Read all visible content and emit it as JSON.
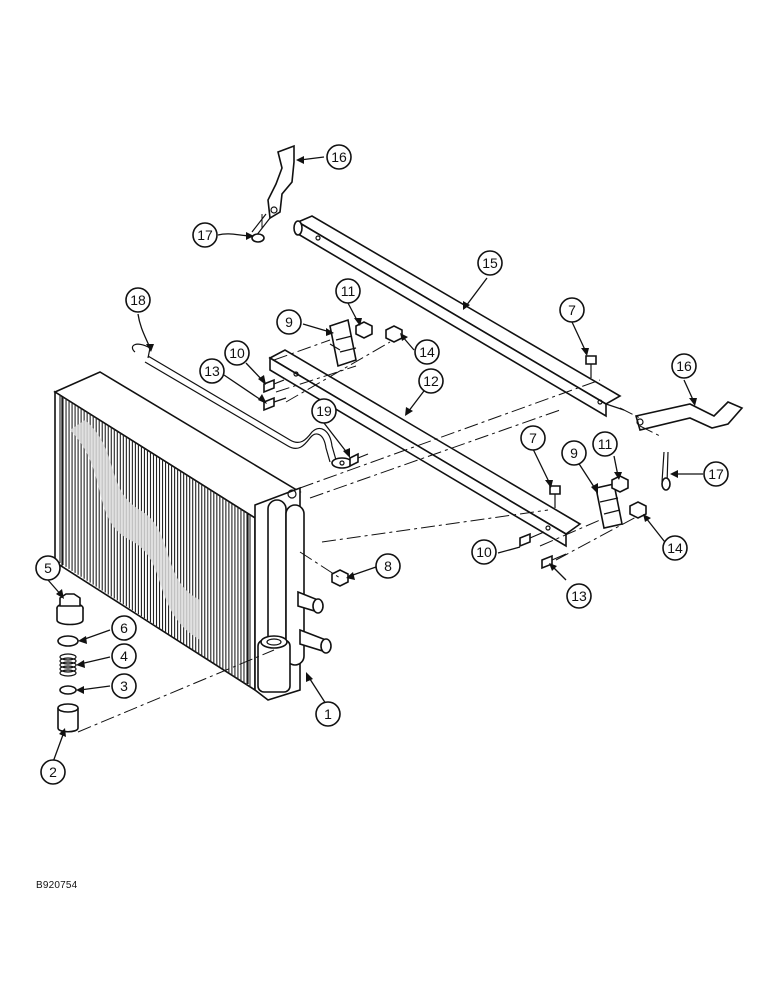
{
  "drawing_number": "B920754",
  "callouts": [
    {
      "label": "1"
    },
    {
      "label": "2"
    },
    {
      "label": "3"
    },
    {
      "label": "4"
    },
    {
      "label": "5"
    },
    {
      "label": "6"
    },
    {
      "label": "7"
    },
    {
      "label": "7"
    },
    {
      "label": "8"
    },
    {
      "label": "9"
    },
    {
      "label": "9"
    },
    {
      "label": "10"
    },
    {
      "label": "10"
    },
    {
      "label": "11"
    },
    {
      "label": "11"
    },
    {
      "label": "12"
    },
    {
      "label": "13"
    },
    {
      "label": "13"
    },
    {
      "label": "14"
    },
    {
      "label": "14"
    },
    {
      "label": "15"
    },
    {
      "label": "16"
    },
    {
      "label": "16"
    },
    {
      "label": "17"
    },
    {
      "label": "17"
    },
    {
      "label": "18"
    },
    {
      "label": "19"
    }
  ]
}
